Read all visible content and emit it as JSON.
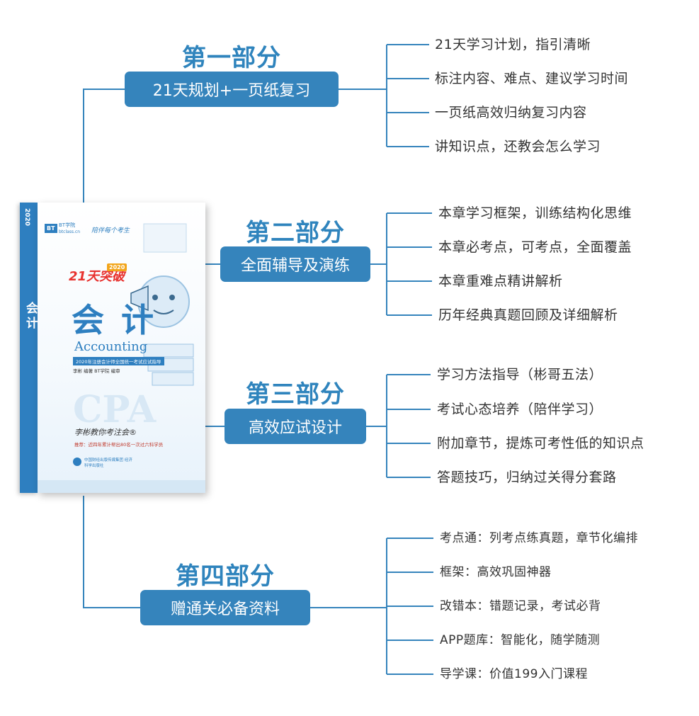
{
  "colors": {
    "accent": "#3584bc",
    "heading": "#2f84bd",
    "line": "#3584bc",
    "text": "#333333"
  },
  "sections": [
    {
      "heading": "第一部分",
      "pill": "21天规划+一页纸复习",
      "items": [
        "21天学习计划，指引清晰",
        "标注内容、难点、建议学习时间",
        "一页纸高效归纳复习内容",
        "讲知识点，还教会怎么学习"
      ]
    },
    {
      "heading": "第二部分",
      "pill": "全面辅导及演练",
      "items": [
        "本章学习框架，训练结构化思维",
        "本章必考点，可考点，全面覆盖",
        "本章重难点精讲解析",
        "历年经典真题回顾及详细解析"
      ]
    },
    {
      "heading": "第三部分",
      "pill": "高效应试设计",
      "items": [
        "学习方法指导（彬哥五法）",
        "考试心态培养（陪伴学习）",
        "附加章节，提炼可考性低的知识点",
        "答题技巧，归纳过关得分套路"
      ]
    },
    {
      "heading": "第四部分",
      "pill": "赠通关必备资料",
      "items": [
        "考点通：列考点练真题，章节化编排",
        "框架：高效巩固神器",
        "改错本：错题记录，考试必背",
        "APP题库：智能化，随学随测",
        "导学课：价值199入门课程"
      ]
    }
  ],
  "book": {
    "spine_year": "2020",
    "spine_title": "会计",
    "logo_mark": "BT",
    "logo_name": "BT学院",
    "logo_site": "btclass.cn",
    "slogan": "陪伴每个考生",
    "days_badge": "21天突破",
    "year_badge": "2020",
    "title": "会 计",
    "subtitle": "Accounting",
    "exam_line": "2020年注册会计师全国统一考试应试指导",
    "authors": "李彬 编著  BT学院 编审",
    "cpa": "CPA",
    "teacher": "李彬教你考注会®",
    "recommend": "推荐：近四年累计帮出80名一次过六科学员",
    "publisher": "中国财经出版传媒集团 经济科学出版社"
  }
}
